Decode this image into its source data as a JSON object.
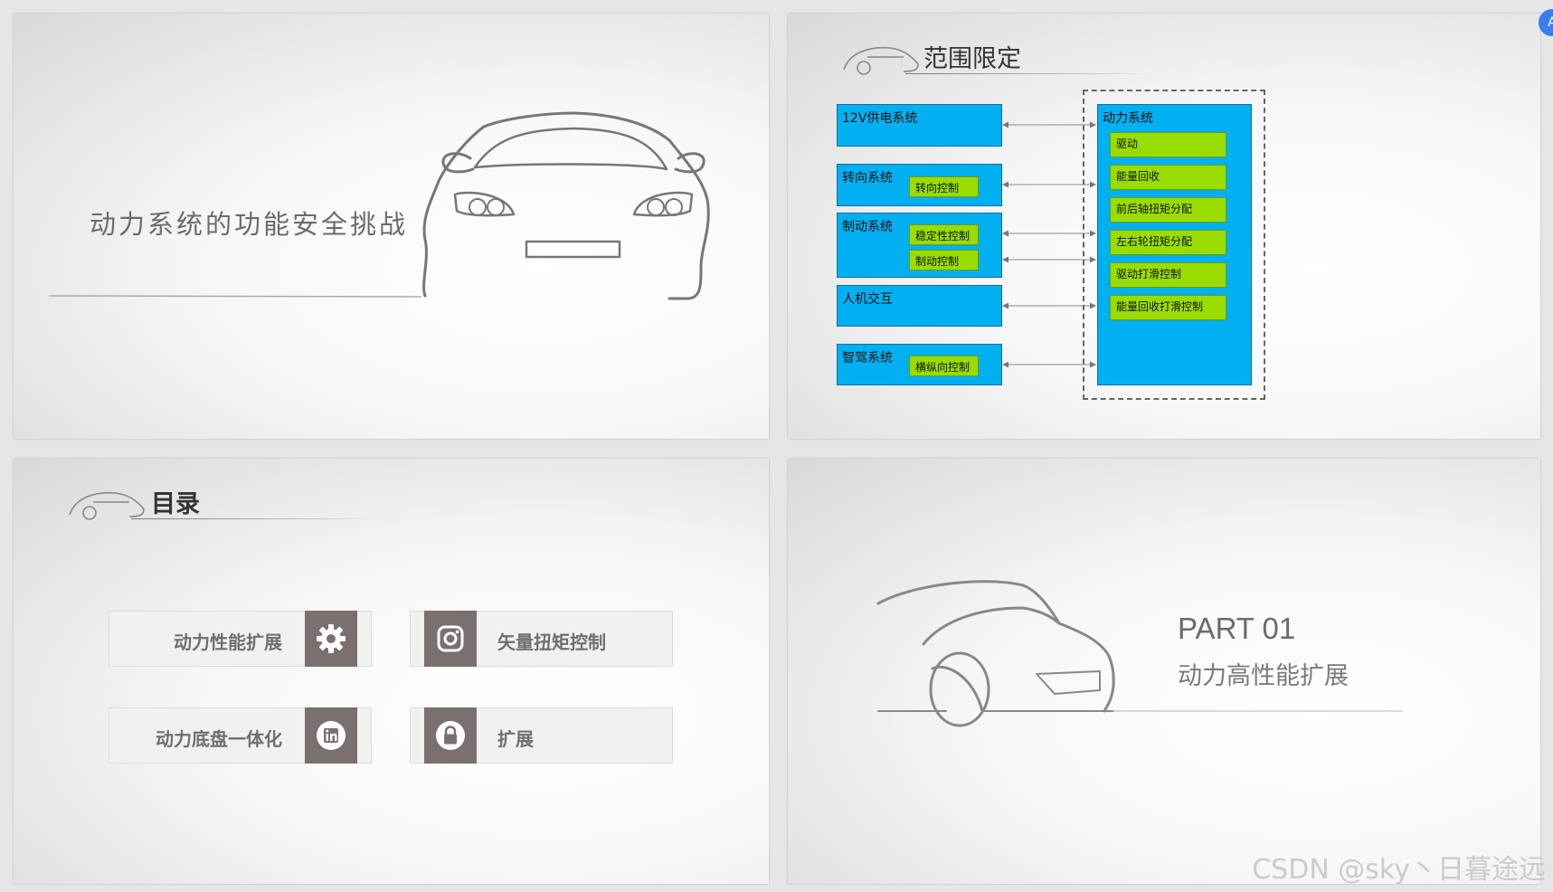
{
  "slide1": {
    "title": "动力系统的功能安全挑战"
  },
  "slide2": {
    "title": "范围限定",
    "left_systems": [
      {
        "label": "12V供电系统",
        "children": []
      },
      {
        "label": "转向系统",
        "children": [
          "转向控制"
        ]
      },
      {
        "label": "制动系统",
        "children": [
          "稳定性控制",
          "制动控制"
        ]
      },
      {
        "label": "人机交互",
        "children": []
      },
      {
        "label": "智驾系统",
        "children": [
          "横纵向控制"
        ]
      }
    ],
    "power_system": {
      "label": "动力系统",
      "children": [
        "驱动",
        "能量回收",
        "前后轴扭矩分配",
        "左右轮扭矩分配",
        "驱动打滑控制",
        "能量回收打滑控制"
      ]
    },
    "colors": {
      "system_box": "#00b0f0",
      "function_box": "#99dd00"
    }
  },
  "slide3": {
    "title": "目录",
    "items": [
      {
        "label": "动力性能扩展",
        "icon": "gear-icon"
      },
      {
        "label": "矢量扭矩控制",
        "icon": "camera-icon"
      },
      {
        "label": "动力底盘一体化",
        "icon": "linkedin-icon"
      },
      {
        "label": "扩展",
        "icon": "lock-icon"
      }
    ],
    "icon_color": "#7a706f"
  },
  "slide4": {
    "part": "PART 01",
    "subtitle": "动力高性能扩展"
  },
  "watermark": "CSDN @sky丶日暮途远"
}
